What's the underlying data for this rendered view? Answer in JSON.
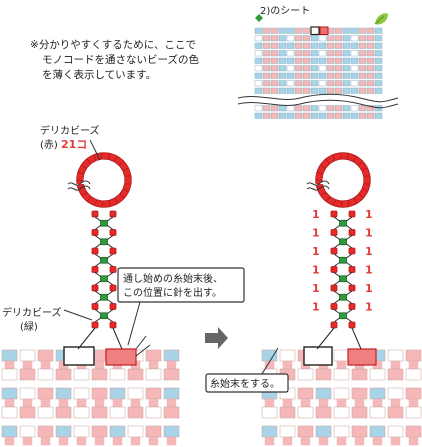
{
  "colors": {
    "red_bead": "#e52a2a",
    "red_bead_edge": "#b01818",
    "green_bead": "#2f9a3a",
    "green_bead_edge": "#1e6e28",
    "pale_red": "#f5b7b7",
    "pale_blue": "#a9d3e6",
    "pale_green": "#a9d8b0",
    "box_border": "#333333"
  },
  "note": {
    "symbol": "※",
    "line1": "分かりやすくするために、ここで",
    "line2": "モノコードを通さないビーズの色",
    "line3": "を薄く表示しています。"
  },
  "sheet_label": "2)のシート",
  "icons": {
    "diamond": "diamond-marker-icon",
    "leaf": "leaf-icon",
    "arrow": "right-arrow-icon"
  },
  "label_red_beads": {
    "line1": "デリカビーズ",
    "line2_prefix": "(赤) ",
    "line2_count": "21コ"
  },
  "label_green_beads": {
    "line1": "デリカビーズ",
    "line2": "(緑)"
  },
  "callout_needle": {
    "line1": "通し始めの糸始末後、",
    "line2": "この位置に針を出す。"
  },
  "callout_finish": {
    "text": "糸始末をする。"
  },
  "step_number": "1"
}
